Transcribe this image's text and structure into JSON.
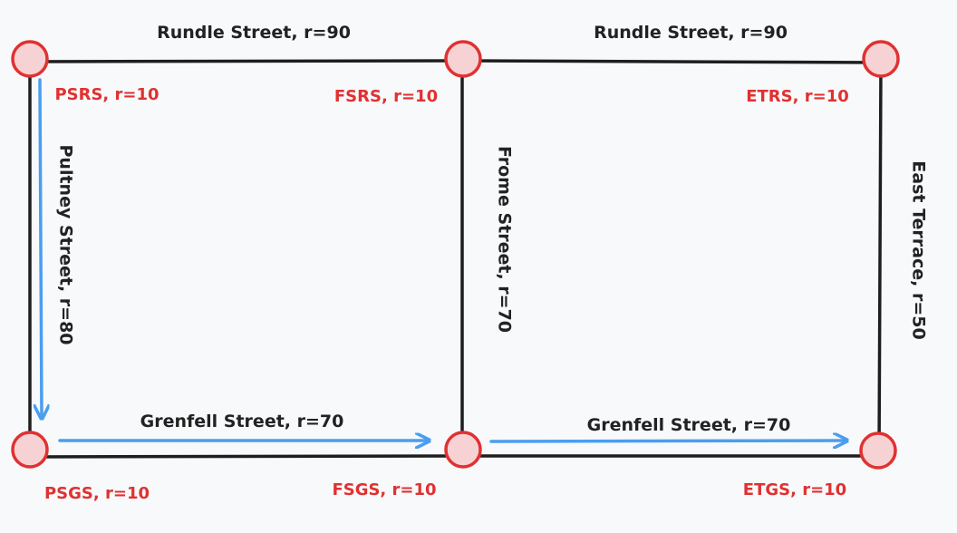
{
  "colors": {
    "background": "#f8f9fb",
    "road": "#1e1e1e",
    "node_fill": "#f6d2d4",
    "node_stroke": "#e03131",
    "node_label": "#e03131",
    "street_label": "#222222",
    "route_arrow": "#4a9ef0"
  },
  "streets": {
    "rundle_west": "Rundle Street, r=90",
    "rundle_east": "Rundle Street, r=90",
    "pultney": "Pultney Street, r=80",
    "frome": "Frome Street, r=70",
    "east_terrace": "East Terrace, r=50",
    "grenfell_west": "Grenfell Street, r=70",
    "grenfell_east": "Grenfell Street, r=70"
  },
  "nodes": {
    "psrs": "PSRS, r=10",
    "fsrs": "FSRS, r=10",
    "etrs": "ETRS, r=10",
    "psgs": "PSGS, r=10",
    "fsgs": "FSGS, r=10",
    "etgs": "ETGS, r=10"
  }
}
